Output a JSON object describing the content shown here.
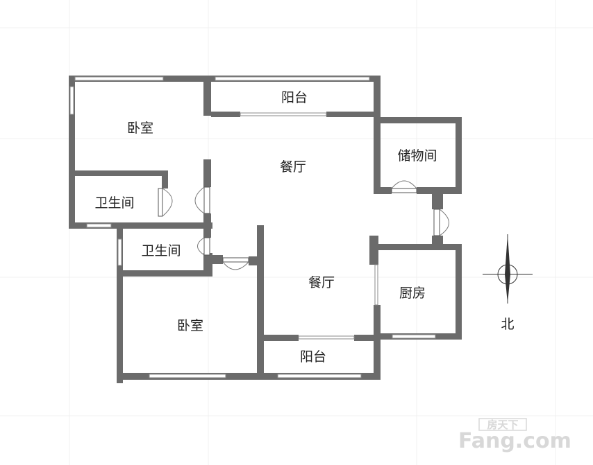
{
  "rooms": {
    "bedroom_top": "卧室",
    "balcony_top": "阳台",
    "dining_top": "餐厅",
    "storage": "储物间",
    "bathroom_1": "卫生间",
    "bathroom_2": "卫生间",
    "dining_center": "餐厅",
    "kitchen": "厨房",
    "bedroom_bottom": "卧室",
    "balcony_bottom": "阳台"
  },
  "compass": {
    "label": "北",
    "icon": "north-arrow-icon"
  },
  "watermark": {
    "cn": "房天下",
    "en": "Fang.com"
  },
  "colors": {
    "wall": "#6b6b6b",
    "window": "#ffffff",
    "background": "#ffffff",
    "watermark": "#d8d8d8"
  }
}
